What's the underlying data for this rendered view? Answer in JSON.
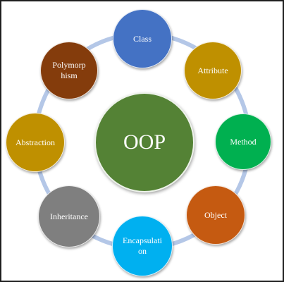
{
  "center": {
    "label": "OOP",
    "color": "#548235"
  },
  "ring_color": "#b4c7e7",
  "nodes": [
    {
      "label": "Class",
      "color": "#4472c4"
    },
    {
      "label": "Attribute",
      "color": "#bf9000"
    },
    {
      "label": "Method",
      "color": "#00b050"
    },
    {
      "label": "Object",
      "color": "#c55a11"
    },
    {
      "label": "Encapsulati\non",
      "color": "#00b0f0"
    },
    {
      "label": "Inheritance",
      "color": "#7f7f7f"
    },
    {
      "label": "Abstraction",
      "color": "#bf9000"
    },
    {
      "label": "Polymorp\nhism",
      "color": "#843c0c"
    }
  ]
}
